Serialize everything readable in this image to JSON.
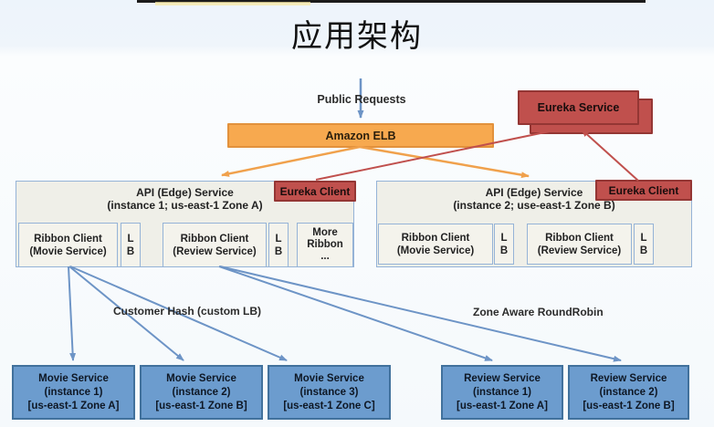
{
  "slide": {
    "title": "应用架构"
  },
  "flow": {
    "public_requests": "Public Requests",
    "customer_hash_label": "Customer Hash (custom LB)",
    "zone_aware_label": "Zone Aware RoundRobin"
  },
  "elb": {
    "label": "Amazon ELB"
  },
  "eureka_service": {
    "label": "Eureka Service"
  },
  "eureka_client": {
    "label": "Eureka Client"
  },
  "lb": {
    "line1": "L",
    "line2": "B"
  },
  "api_left": {
    "title": "API (Edge) Service",
    "subtitle": "(instance 1; us-east-1 Zone A)",
    "ribbon_movie": {
      "line1": "Ribbon Client",
      "line2": "(Movie Service)"
    },
    "ribbon_review": {
      "line1": "Ribbon Client",
      "line2": "(Review Service)"
    },
    "more_ribbon": {
      "line1": "More",
      "line2": "Ribbon",
      "line3": "..."
    }
  },
  "api_right": {
    "title": "API (Edge) Service",
    "subtitle": "(instance 2; use-east-1 Zone B)",
    "ribbon_movie": {
      "line1": "Ribbon Client",
      "line2": "(Movie Service)"
    },
    "ribbon_review": {
      "line1": "Ribbon Client",
      "line2": "(Review Service)"
    }
  },
  "services": [
    {
      "line1": "Movie Service",
      "line2": "(instance 1)",
      "line3": "[us-east-1 Zone A]"
    },
    {
      "line1": "Movie Service",
      "line2": "(instance 2)",
      "line3": "[us-east-1 Zone B]"
    },
    {
      "line1": "Movie Service",
      "line2": "(instance 3)",
      "line3": "[us-east-1 Zone C]"
    },
    {
      "line1": "Review Service",
      "line2": "(instance 1)",
      "line3": "[us-east-1 Zone A]"
    },
    {
      "line1": "Review Service",
      "line2": "(instance 2)",
      "line3": "[us-east-1 Zone B]"
    }
  ],
  "colors": {
    "elb_fill": "#F7A94F",
    "elb_border": "#E2913C",
    "eureka_fill": "#C0504D",
    "eureka_border": "#943634",
    "api_fill": "#EFEFE8",
    "api_border": "#95B3D7",
    "service_fill": "#6C9CCE",
    "service_border": "#41719C",
    "line_blue": "#6D94C6",
    "line_orange": "#F0A14C",
    "line_red": "#C0504D"
  }
}
